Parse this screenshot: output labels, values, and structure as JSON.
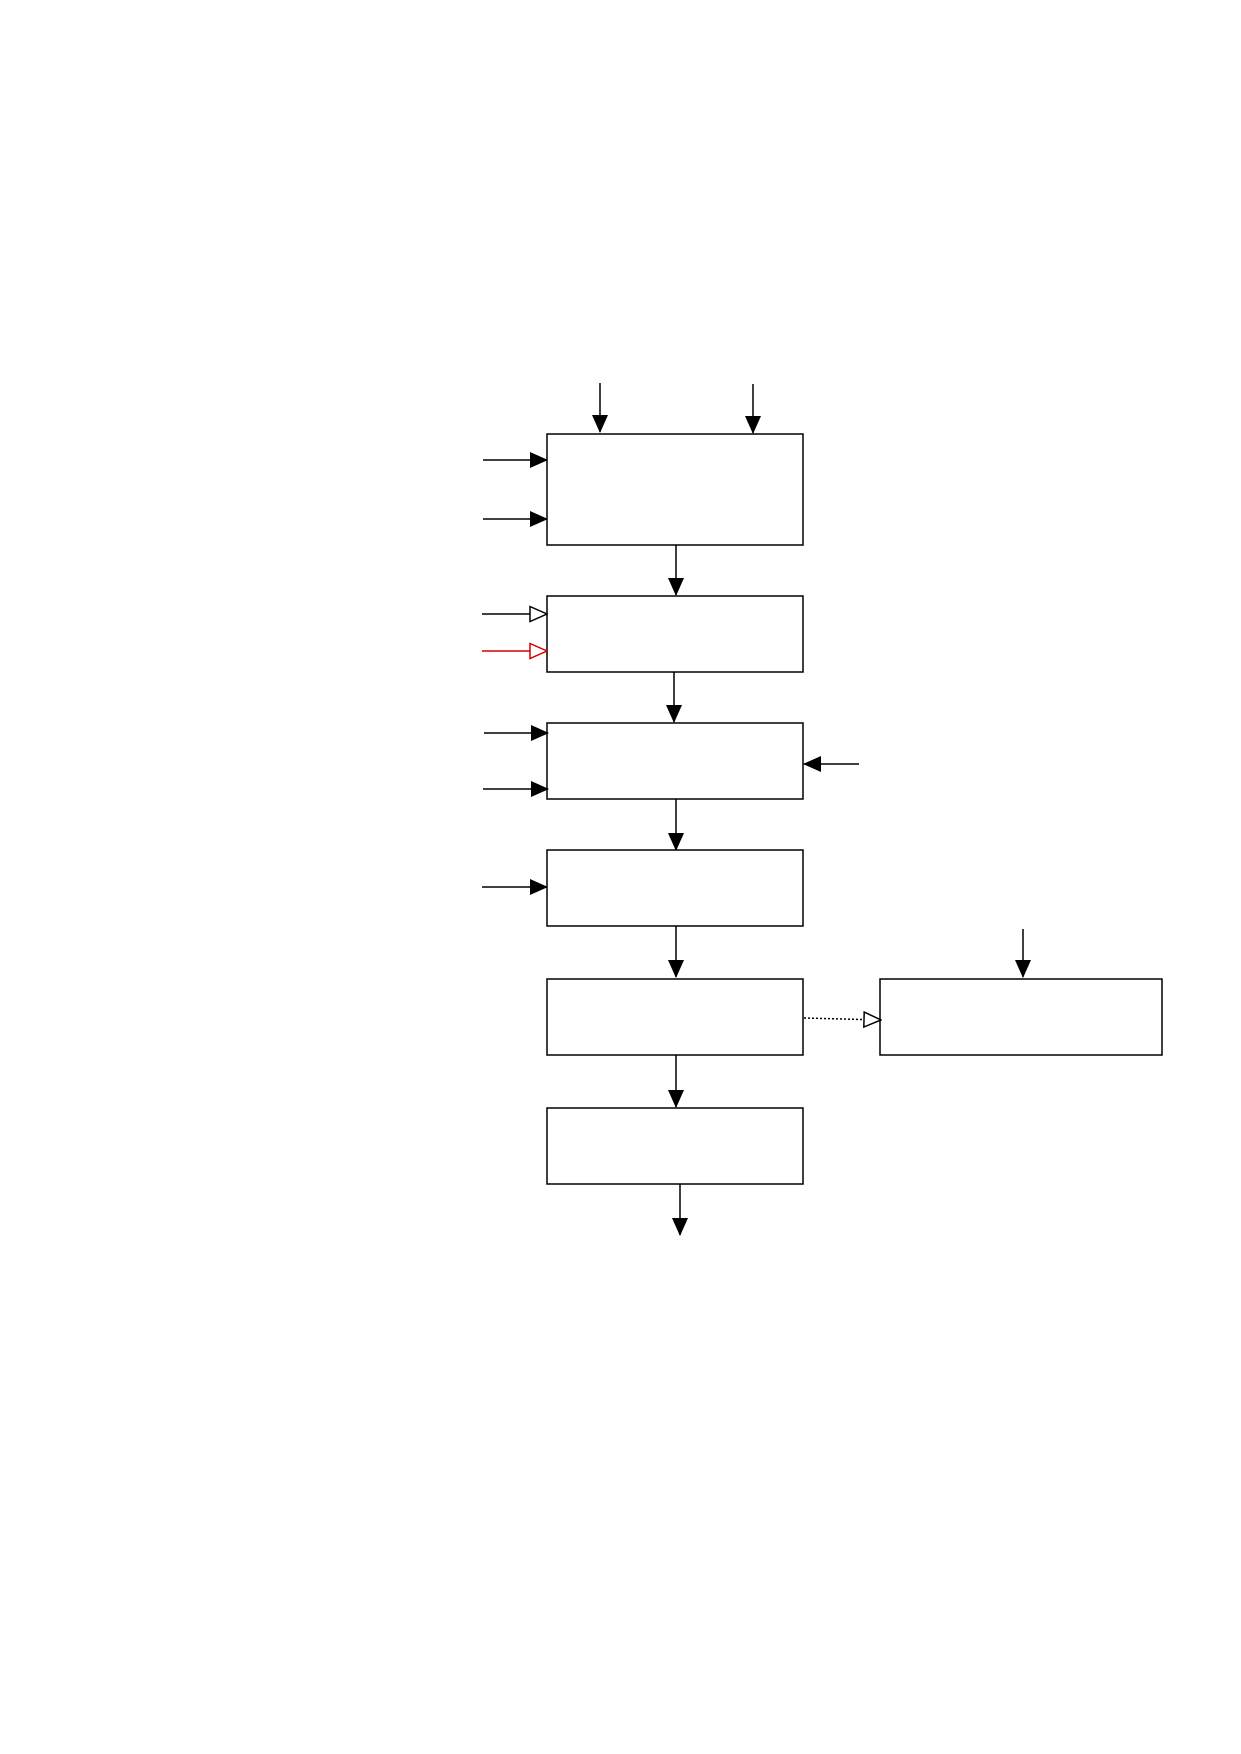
{
  "diagram": {
    "line_color": "#000000",
    "highlight_color": "#d40000",
    "background": "#ffffff",
    "nodes": [
      {
        "id": "box-1",
        "label": ""
      },
      {
        "id": "box-2",
        "label": ""
      },
      {
        "id": "box-3",
        "label": ""
      },
      {
        "id": "box-4",
        "label": ""
      },
      {
        "id": "box-5",
        "label": ""
      },
      {
        "id": "box-6",
        "label": ""
      },
      {
        "id": "box-side",
        "label": ""
      }
    ],
    "edges": [
      {
        "from": "box-1",
        "to": "box-2",
        "style": "solid",
        "head": "filled"
      },
      {
        "from": "box-2",
        "to": "box-3",
        "style": "solid",
        "head": "filled"
      },
      {
        "from": "box-3",
        "to": "box-4",
        "style": "solid",
        "head": "filled"
      },
      {
        "from": "box-4",
        "to": "box-5",
        "style": "solid",
        "head": "filled"
      },
      {
        "from": "box-5",
        "to": "box-6",
        "style": "solid",
        "head": "filled"
      },
      {
        "from": "box-5",
        "to": "box-side",
        "style": "dotted",
        "head": "open"
      }
    ],
    "external_inputs": [
      {
        "to": "box-1",
        "side": "top",
        "head": "filled"
      },
      {
        "to": "box-1",
        "side": "top",
        "head": "filled"
      },
      {
        "to": "box-1",
        "side": "left",
        "head": "filled"
      },
      {
        "to": "box-1",
        "side": "left",
        "head": "filled"
      },
      {
        "to": "box-2",
        "side": "left",
        "head": "open"
      },
      {
        "to": "box-2",
        "side": "left",
        "head": "open",
        "color": "highlight"
      },
      {
        "to": "box-3",
        "side": "left",
        "head": "filled"
      },
      {
        "to": "box-3",
        "side": "left",
        "head": "filled"
      },
      {
        "to": "box-3",
        "side": "right",
        "head": "filled"
      },
      {
        "to": "box-4",
        "side": "left",
        "head": "filled"
      },
      {
        "to": "box-side",
        "side": "top",
        "head": "filled"
      }
    ],
    "external_outputs": [
      {
        "from": "box-6",
        "side": "bottom",
        "head": "filled"
      }
    ]
  }
}
